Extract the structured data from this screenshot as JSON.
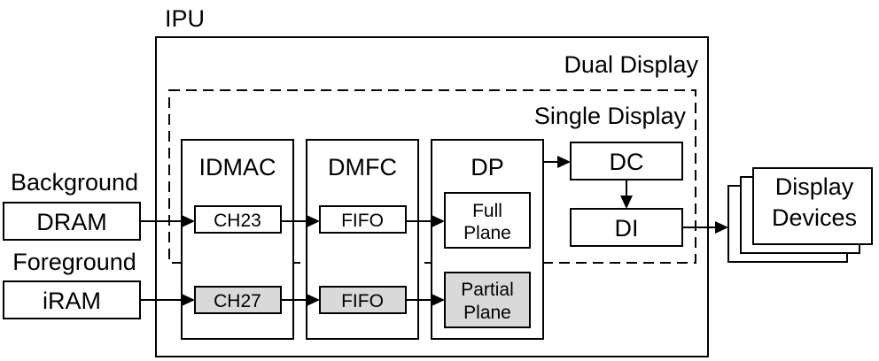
{
  "labels": {
    "ipu": "IPU",
    "dual_display": "Dual Display",
    "single_display": "Single Display",
    "background": "Background",
    "foreground": "Foreground",
    "dram": "DRAM",
    "iram": "iRAM",
    "idmac": "IDMAC",
    "dmfc": "DMFC",
    "dp": "DP",
    "dc": "DC",
    "di": "DI",
    "ch23": "CH23",
    "ch27": "CH27",
    "fifo_top": "FIFO",
    "fifo_bottom": "FIFO",
    "full_line1": "Full",
    "full_line2": "Plane",
    "partial_line1": "Partial",
    "partial_line2": "Plane",
    "display_line1": "Display",
    "display_line2": "Devices"
  },
  "colors": {
    "stroke": "#000000",
    "fill": "#ffffff",
    "highlight_fill": "#d9d9d9"
  }
}
